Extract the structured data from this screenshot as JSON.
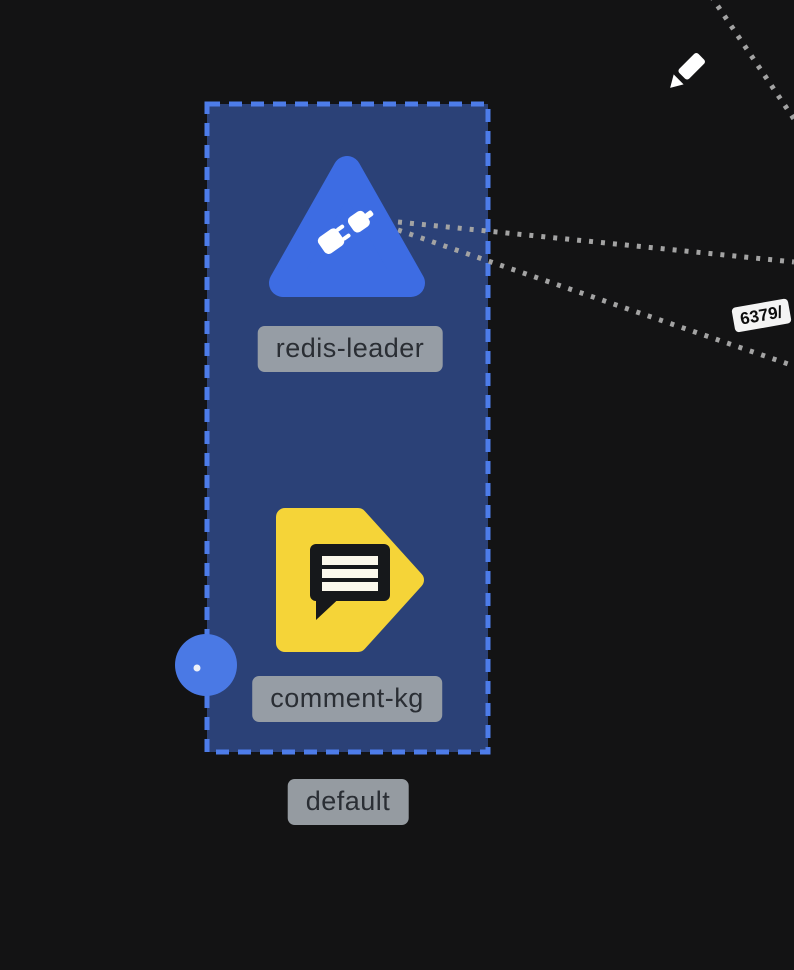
{
  "canvas": {
    "background": "#131314"
  },
  "toolbar": {
    "edit_icon": "pencil-icon",
    "edit_icon_color": "#ffffff"
  },
  "namespace": {
    "label": "default",
    "fill": "#2b4177",
    "border_color": "#4d7ce9"
  },
  "nodes": [
    {
      "id": "redis-leader",
      "label": "redis-leader",
      "icon": "plug-triangle-icon",
      "icon_color": "#3d6ce3",
      "icon_glyph_color": "#ffffff"
    },
    {
      "id": "comment-kg",
      "label": "comment-kg",
      "icon": "comment-bubble-icon",
      "icon_color": "#f5d438",
      "icon_glyph_color": "#16181b"
    }
  ],
  "edges": {
    "port_label": "6379/",
    "line_color": "#a3a3a3"
  },
  "endpoint": {
    "color": "#4a79e5"
  },
  "label_pill": {
    "background": "#9aa0a6",
    "text_color": "#2a2e34"
  }
}
